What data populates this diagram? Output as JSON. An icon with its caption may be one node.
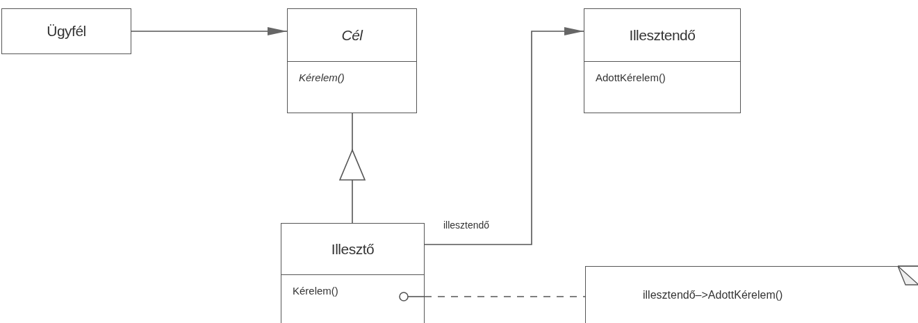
{
  "diagram": {
    "nodes": [
      {
        "text": [
          "Ügyfél"
        ]
      },
      {
        "text": [
          "Cél",
          "Kérelem()"
        ]
      },
      {
        "text": [
          "Illesztendő",
          "AdottKérelem()"
        ]
      },
      {
        "text": [
          "Illesztő",
          "Kérelem()"
        ]
      },
      {
        "text": [
          "illesztendő–>AdottKérelem()"
        ]
      }
    ],
    "edges": [
      {
        "from": 0,
        "to": 1,
        "arrow": "to"
      },
      {
        "from": 3,
        "to": 1,
        "arrow": "to"
      },
      {
        "from": 3,
        "to": 2,
        "arrow": "to",
        "label": "illesztendő"
      },
      {
        "from": 3,
        "to": 4,
        "arrow": "other",
        "style": "dashed"
      }
    ]
  }
}
